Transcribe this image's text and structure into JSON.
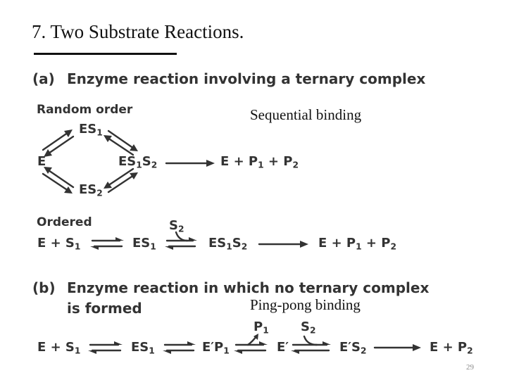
{
  "slide": {
    "title": "7. Two Substrate Reactions.",
    "page_number": "29"
  },
  "section_a": {
    "label": "(a)",
    "heading": "Enzyme reaction involving a ternary complex",
    "annotation": "Sequential binding",
    "random_order": {
      "label": "Random order",
      "e": "E",
      "es1": "ES",
      "es2": "ES",
      "es1s2": "ES",
      "products": "E + P"
    },
    "ordered": {
      "label": "Ordered",
      "substrate_in": "S",
      "reactants": "E + S",
      "es1": "ES",
      "es1s2": "ES",
      "products": "E + P"
    }
  },
  "section_b": {
    "label": "(b)",
    "heading_line1": "Enzyme reaction in which no ternary complex",
    "heading_line2": "is formed",
    "annotation": "Ping-pong binding",
    "product_out": "P",
    "substrate_in": "S",
    "reactants": "E + S",
    "es1": "ES",
    "eprime_p1": "E′P",
    "eprime": "E′",
    "eprime_s2": "E′S",
    "products": "E + P"
  },
  "subscripts": {
    "one": "1",
    "two": "2"
  },
  "operators": {
    "plus": "+"
  }
}
